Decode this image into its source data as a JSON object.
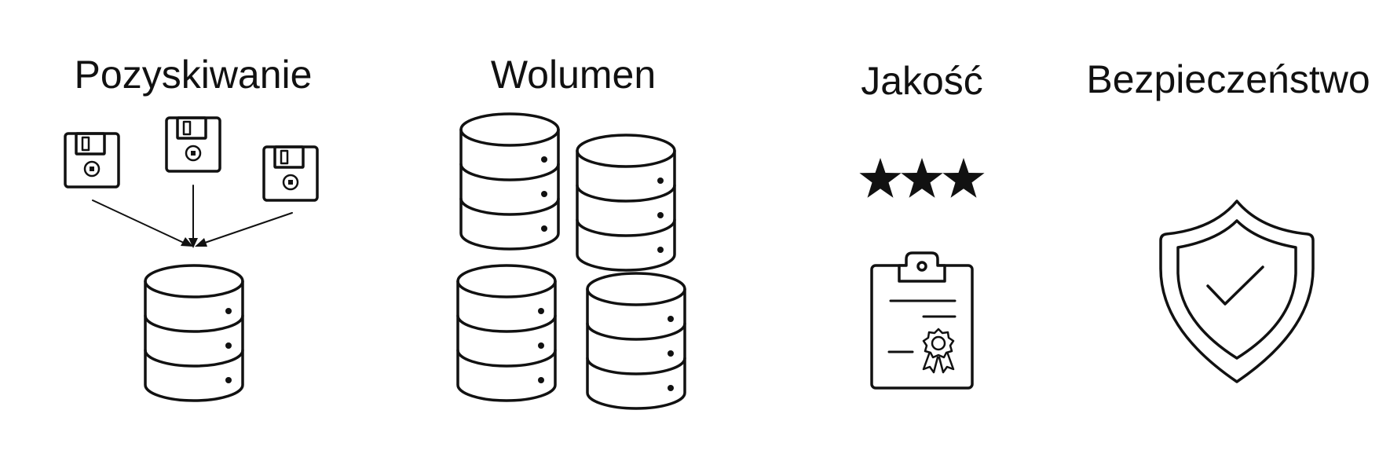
{
  "columns": [
    {
      "id": "acquisition",
      "label": "Pozyskiwanie",
      "icons": [
        "floppy-disk-icon",
        "floppy-disk-icon",
        "floppy-disk-icon",
        "arrow-icon",
        "database-icon"
      ]
    },
    {
      "id": "volume",
      "label": "Wolumen",
      "icons": [
        "database-icon",
        "database-icon",
        "database-icon",
        "database-icon"
      ]
    },
    {
      "id": "quality",
      "label": "Jakość",
      "icons": [
        "star-icon",
        "star-icon",
        "star-icon",
        "clipboard-certificate-icon"
      ]
    },
    {
      "id": "security",
      "label": "Bezpieczeństwo",
      "icons": [
        "shield-check-icon"
      ]
    }
  ],
  "colors": {
    "stroke": "#111111",
    "background": "#ffffff"
  }
}
